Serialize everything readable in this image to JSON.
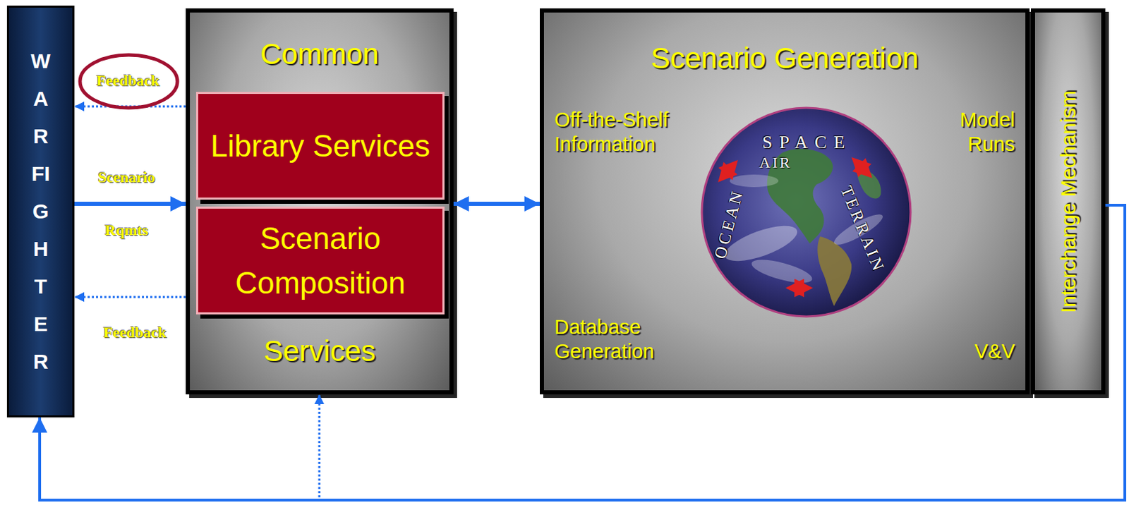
{
  "diagram": {
    "nodes": [
      {
        "text": [
          "WARFIGHTER"
        ]
      },
      {
        "text": [
          "Common",
          "Services"
        ]
      },
      {
        "text": [
          "Library Services"
        ],
        "in": 1
      },
      {
        "text": [
          "Scenario Composition"
        ],
        "in": 1
      },
      {
        "text": [
          "Scenario Generation",
          "Off-the-Shelf Information",
          "Model Runs",
          "Database Generation",
          "V&V"
        ]
      },
      {
        "text": [
          "Interchange Mechanism"
        ]
      }
    ],
    "edges": [
      {
        "from": 1,
        "to": 0,
        "arrow": "to",
        "label": "Feedback"
      },
      {
        "from": 0,
        "to": 1,
        "arrow": "to",
        "label": "Scenario Rqmts"
      },
      {
        "from": 1,
        "to": 0,
        "arrow": "to",
        "label": "Feedback"
      },
      {
        "from": 1,
        "to": 4,
        "arrow": "both"
      },
      {
        "from": 5,
        "to": 0,
        "arrow": "to"
      },
      {
        "from": 5,
        "to": 1,
        "arrow": "to"
      }
    ],
    "labels": [
      "SPACE",
      "AIR",
      "OCEAN",
      "TERRAIN"
    ]
  }
}
